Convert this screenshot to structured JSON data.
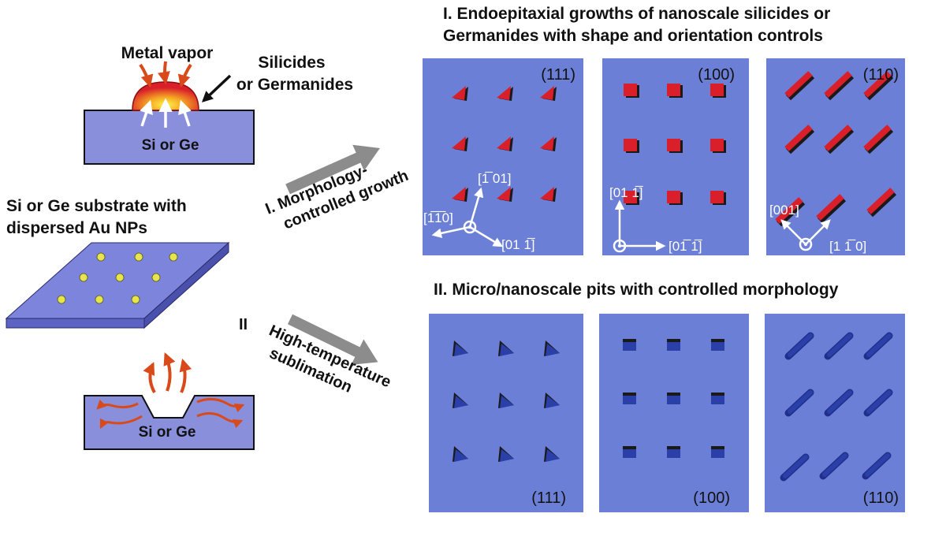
{
  "left": {
    "metal_vapor": "Metal vapor",
    "silicides_line1": "Silicides",
    "silicides_line2": "or Germanides",
    "top_block": "Si or Ge",
    "substrate_line1": "Si or Ge substrate with",
    "substrate_line2": "dispersed Au NPs",
    "bottom_block": "Si or Ge"
  },
  "routes": {
    "route1_line1": "I. Morphology-",
    "route1_line2": "controlled growth",
    "route2_numeral": "II",
    "route2_line1": "High-temperature",
    "route2_line2": "sublimation"
  },
  "section1": {
    "title_line1": "I.  Endoepitaxial growths of nanoscale silicides or",
    "title_line2": "Germanides with shape and orientation controls",
    "panels": [
      {
        "label": "(111)",
        "shape": "triangle",
        "axes": [
          "[1̅1̅0]",
          "[1̅ 01]",
          "[01 1̅]"
        ]
      },
      {
        "label": "(100)",
        "shape": "square",
        "axes": [
          "[01 1̅]",
          "[01̅ 1̅]"
        ]
      },
      {
        "label": "(110)",
        "shape": "rod",
        "axes": [
          "[001]",
          "[1 1̅ 0]"
        ]
      }
    ]
  },
  "section2": {
    "title": "II.  Micro/nanoscale pits with controlled morphology",
    "panels": [
      {
        "label": "(111)",
        "shape": "triangle-pit"
      },
      {
        "label": "(100)",
        "shape": "square-pit"
      },
      {
        "label": "(110)",
        "shape": "rod-pit"
      }
    ]
  },
  "colors": {
    "panel": "#6b7fd6",
    "silicide": "#d9202a",
    "pit": "#2b3fa8",
    "arrow_gray": "#8c8c8c",
    "vapor_orange": "#d94a1a",
    "np_yellow": "#e6e64a"
  }
}
